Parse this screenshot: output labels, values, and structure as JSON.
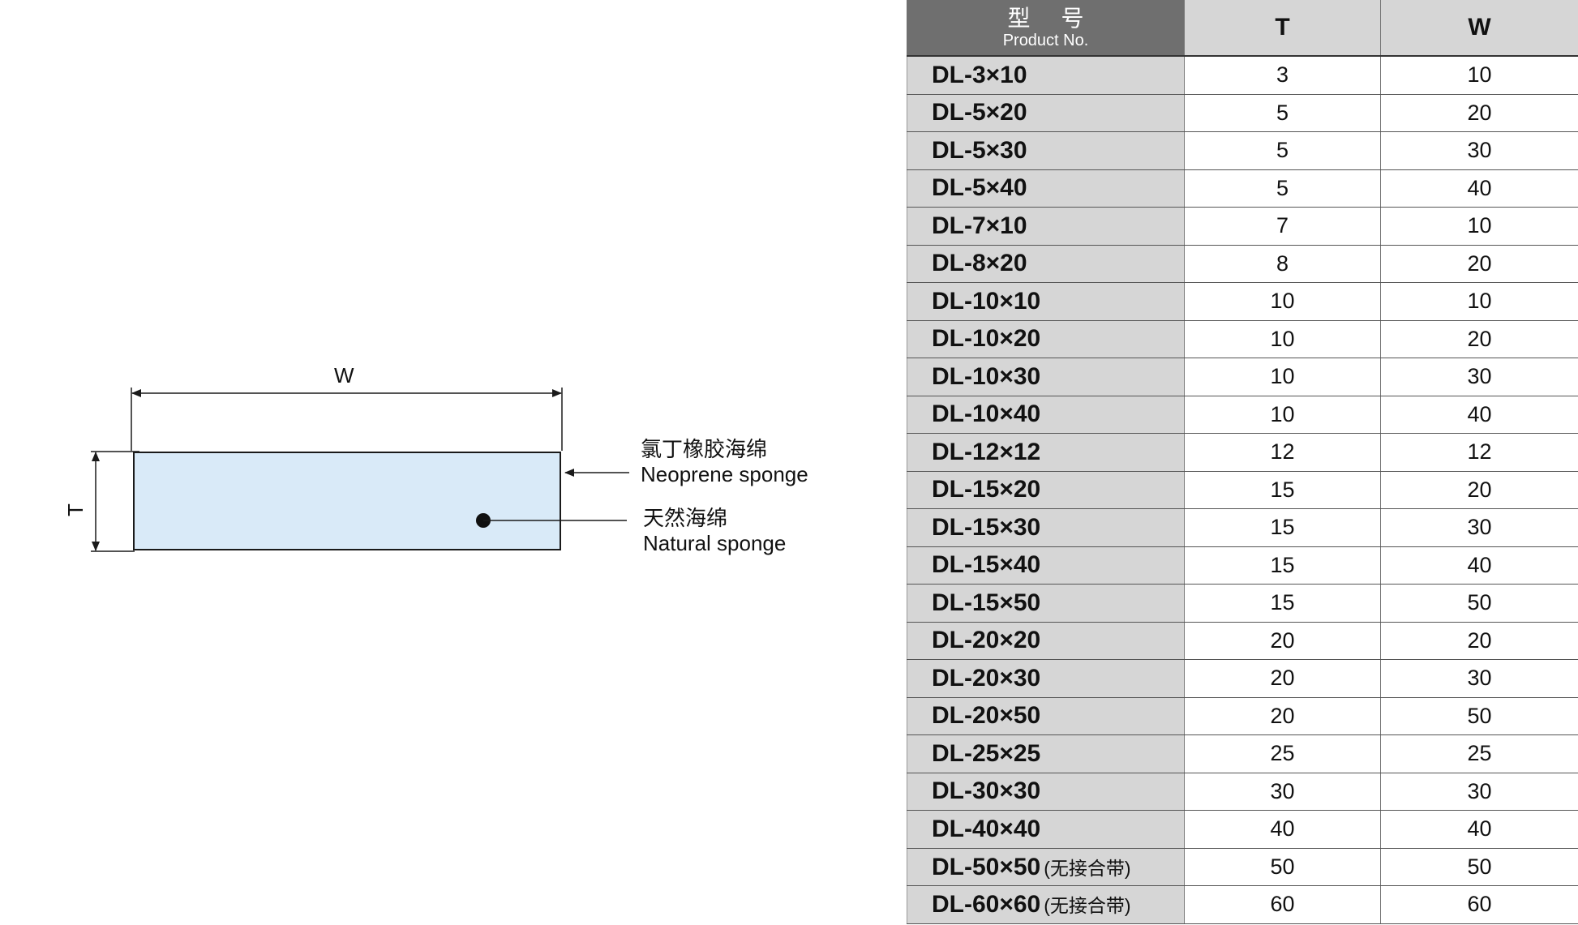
{
  "drawing": {
    "w_label": "W",
    "t_label": "T",
    "neoprene": {
      "cn": "氯丁橡胶海绵",
      "en": "Neoprene sponge"
    },
    "natural": {
      "cn": "天然海绵",
      "en": "Natural sponge"
    },
    "colors": {
      "fill": "#d9eaf8",
      "line": "#1a1a1a"
    }
  },
  "table": {
    "header": {
      "model_cn": "型号",
      "model_en": "Product No.",
      "t": "T",
      "w": "W"
    },
    "rows": [
      {
        "model": "DL-3×10",
        "note": "",
        "t": "3",
        "w": "10"
      },
      {
        "model": "DL-5×20",
        "note": "",
        "t": "5",
        "w": "20"
      },
      {
        "model": "DL-5×30",
        "note": "",
        "t": "5",
        "w": "30"
      },
      {
        "model": "DL-5×40",
        "note": "",
        "t": "5",
        "w": "40"
      },
      {
        "model": "DL-7×10",
        "note": "",
        "t": "7",
        "w": "10"
      },
      {
        "model": "DL-8×20",
        "note": "",
        "t": "8",
        "w": "20"
      },
      {
        "model": "DL-10×10",
        "note": "",
        "t": "10",
        "w": "10"
      },
      {
        "model": "DL-10×20",
        "note": "",
        "t": "10",
        "w": "20"
      },
      {
        "model": "DL-10×30",
        "note": "",
        "t": "10",
        "w": "30"
      },
      {
        "model": "DL-10×40",
        "note": "",
        "t": "10",
        "w": "40"
      },
      {
        "model": "DL-12×12",
        "note": "",
        "t": "12",
        "w": "12"
      },
      {
        "model": "DL-15×20",
        "note": "",
        "t": "15",
        "w": "20"
      },
      {
        "model": "DL-15×30",
        "note": "",
        "t": "15",
        "w": "30"
      },
      {
        "model": "DL-15×40",
        "note": "",
        "t": "15",
        "w": "40"
      },
      {
        "model": "DL-15×50",
        "note": "",
        "t": "15",
        "w": "50"
      },
      {
        "model": "DL-20×20",
        "note": "",
        "t": "20",
        "w": "20"
      },
      {
        "model": "DL-20×30",
        "note": "",
        "t": "20",
        "w": "30"
      },
      {
        "model": "DL-20×50",
        "note": "",
        "t": "20",
        "w": "50"
      },
      {
        "model": "DL-25×25",
        "note": "",
        "t": "25",
        "w": "25"
      },
      {
        "model": "DL-30×30",
        "note": "",
        "t": "30",
        "w": "30"
      },
      {
        "model": "DL-40×40",
        "note": "",
        "t": "40",
        "w": "40"
      },
      {
        "model": "DL-50×50",
        "note": "(无接合带)",
        "t": "50",
        "w": "50"
      },
      {
        "model": "DL-60×60",
        "note": "(无接合带)",
        "t": "60",
        "w": "60"
      }
    ],
    "colors": {
      "header_dark": "#6f6f6f",
      "header_light": "#d6d6d6",
      "model_bg": "#d6d6d6"
    }
  }
}
